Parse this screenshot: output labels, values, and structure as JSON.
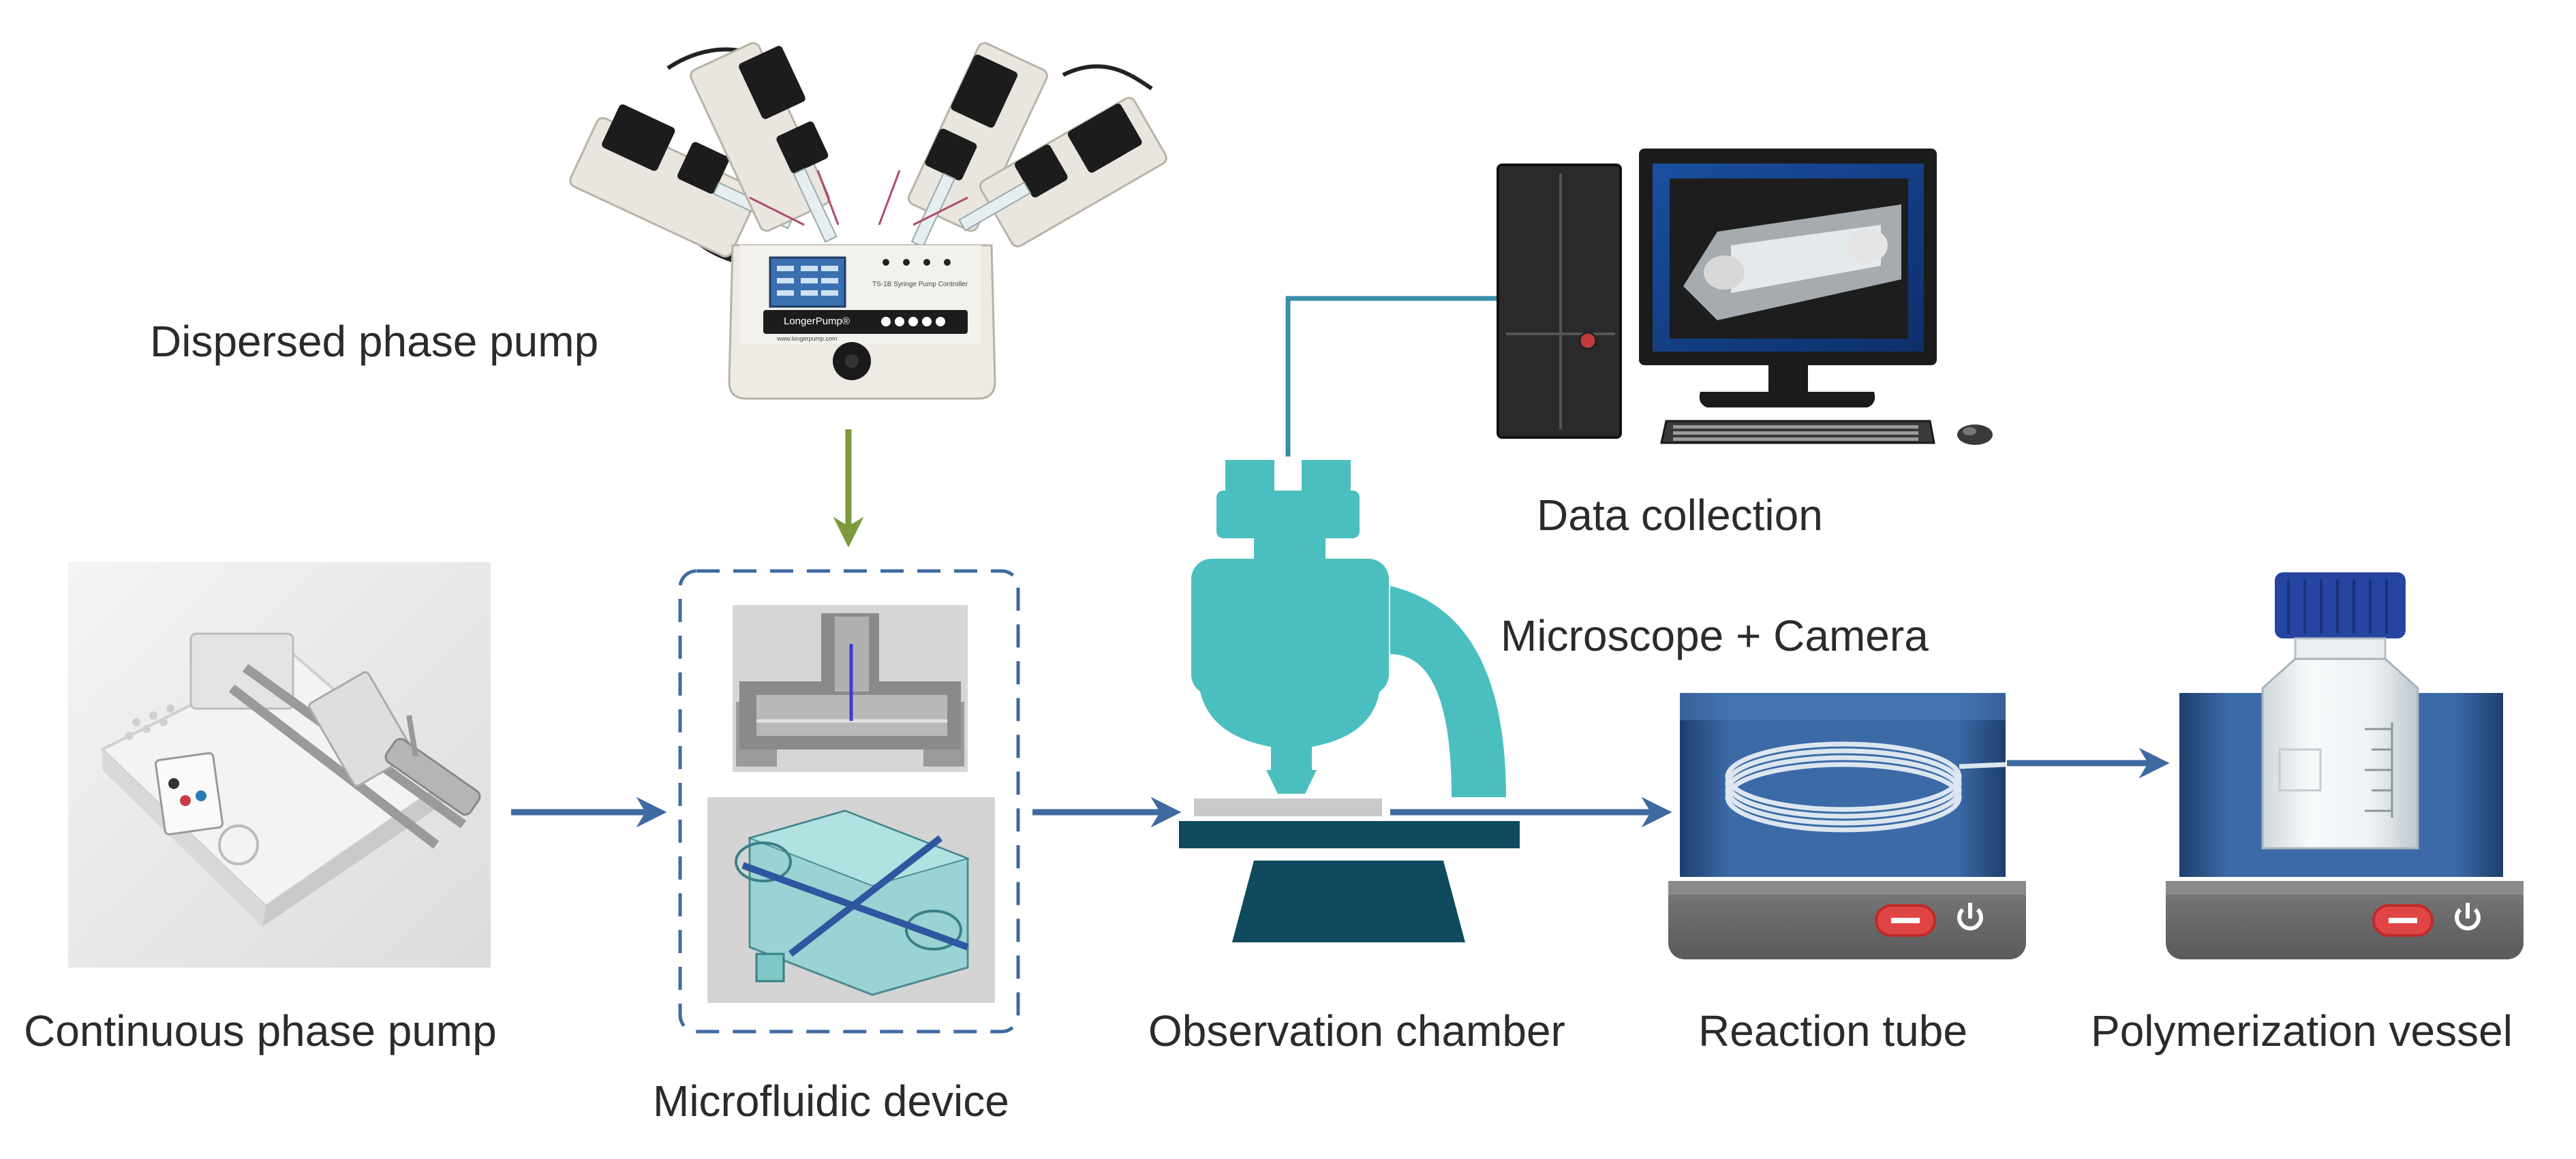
{
  "labels": {
    "dispersed_pump": "Dispersed phase pump",
    "continuous_pump": "Continuous phase pump",
    "microfluidic_device": "Microfluidic device",
    "observation_chamber": "Observation chamber",
    "microscope_camera": "Microscope + Camera",
    "data_collection": "Data collection",
    "reaction_tube": "Reaction tube",
    "polymerization_vessel": "Polymerization vessel"
  },
  "pump_panel": {
    "brand": "LongerPump®",
    "model": "TS-1B Syringe Pump Controller",
    "website": "www.longerpump.com"
  },
  "colors": {
    "flow_arrow": "#3f6aa1",
    "feed_arrow": "#7d9a3c",
    "data_line": "#3a8fa8",
    "microscope": "#4bbfbf",
    "stage_dark": "#0f4a5e",
    "bath_blue": "#2c5b93",
    "hotplate": "#6d6d6d",
    "cap_blue": "#2545a0"
  }
}
